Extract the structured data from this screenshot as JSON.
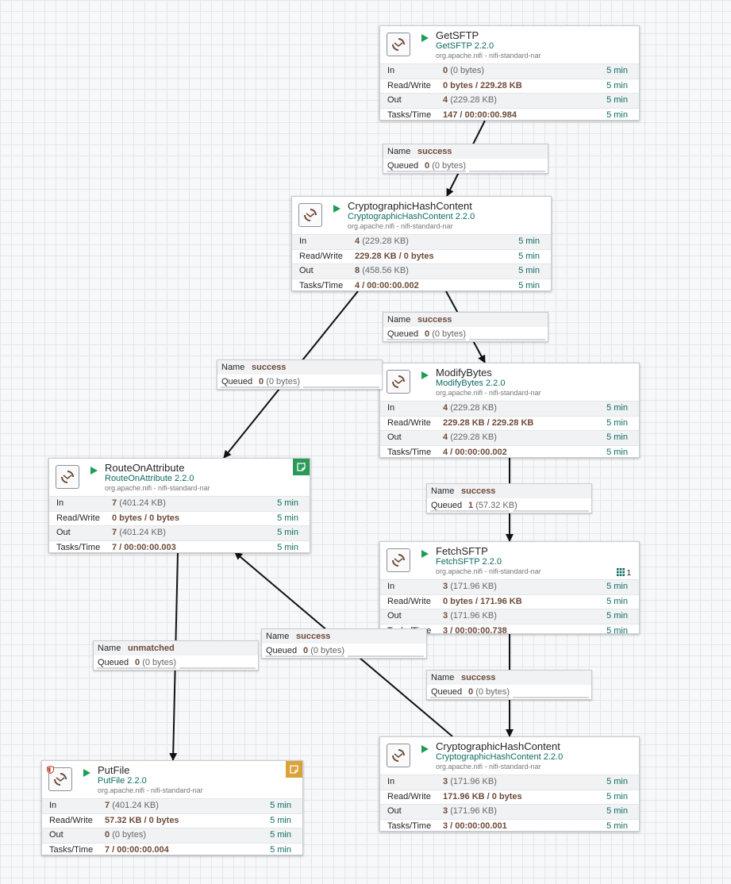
{
  "stat_labels": {
    "in": "In",
    "read_write": "Read/Write",
    "out": "Out",
    "tasks_time": "Tasks/Time"
  },
  "conn_labels": {
    "name": "Name",
    "queued": "Queued"
  },
  "processors": {
    "getsftp": {
      "name": "GetSFTP",
      "bundle": "GetSFTP 2.2.0",
      "nar": "org.apache.nifi - nifi-standard-nar",
      "in_count": "0",
      "in_size": "(0 bytes)",
      "in_time": "5 min",
      "rw": "0 bytes / 229.28 KB",
      "rw_time": "5 min",
      "out_count": "4",
      "out_size": "(229.28 KB)",
      "out_time": "5 min",
      "tasks": "147 / 00:00:00.984",
      "tasks_time": "5 min"
    },
    "chc1": {
      "name": "CryptographicHashContent",
      "bundle": "CryptographicHashContent 2.2.0",
      "nar": "org.apache.nifi - nifi-standard-nar",
      "in_count": "4",
      "in_size": "(229.28 KB)",
      "in_time": "5 min",
      "rw": "229.28 KB / 0 bytes",
      "rw_time": "5 min",
      "out_count": "8",
      "out_size": "(458.56 KB)",
      "out_time": "5 min",
      "tasks": "4 / 00:00:00.002",
      "tasks_time": "5 min"
    },
    "modifybytes": {
      "name": "ModifyBytes",
      "bundle": "ModifyBytes 2.2.0",
      "nar": "org.apache.nifi - nifi-standard-nar",
      "in_count": "4",
      "in_size": "(229.28 KB)",
      "in_time": "5 min",
      "rw": "229.28 KB / 229.28 KB",
      "rw_time": "5 min",
      "out_count": "4",
      "out_size": "(229.28 KB)",
      "out_time": "5 min",
      "tasks": "4 / 00:00:00.002",
      "tasks_time": "5 min"
    },
    "routeonattribute": {
      "name": "RouteOnAttribute",
      "bundle": "RouteOnAttribute 2.2.0",
      "nar": "org.apache.nifi - nifi-standard-nar",
      "in_count": "7",
      "in_size": "(401.24 KB)",
      "in_time": "5 min",
      "rw": "0 bytes / 0 bytes",
      "rw_time": "5 min",
      "out_count": "7",
      "out_size": "(401.24 KB)",
      "out_time": "5 min",
      "tasks": "7 / 00:00:00.003",
      "tasks_time": "5 min"
    },
    "fetchsftp": {
      "name": "FetchSFTP",
      "bundle": "FetchSFTP 2.2.0",
      "nar": "org.apache.nifi - nifi-standard-nar",
      "active_threads": "1",
      "in_count": "3",
      "in_size": "(171.96 KB)",
      "in_time": "5 min",
      "rw": "0 bytes / 171.96 KB",
      "rw_time": "5 min",
      "out_count": "3",
      "out_size": "(171.96 KB)",
      "out_time": "5 min",
      "tasks": "3 / 00:00:00.738",
      "tasks_time": "5 min"
    },
    "putfile": {
      "name": "PutFile",
      "bundle": "PutFile 2.2.0",
      "nar": "org.apache.nifi - nifi-standard-nar",
      "in_count": "7",
      "in_size": "(401.24 KB)",
      "in_time": "5 min",
      "rw": "57.32 KB / 0 bytes",
      "rw_time": "5 min",
      "out_count": "0",
      "out_size": "(0 bytes)",
      "out_time": "5 min",
      "tasks": "7 / 00:00:00.004",
      "tasks_time": "5 min"
    },
    "chc2": {
      "name": "CryptographicHashContent",
      "bundle": "CryptographicHashContent 2.2.0",
      "nar": "org.apache.nifi - nifi-standard-nar",
      "in_count": "3",
      "in_size": "(171.96 KB)",
      "in_time": "5 min",
      "rw": "171.96 KB / 0 bytes",
      "rw_time": "5 min",
      "out_count": "3",
      "out_size": "(171.96 KB)",
      "out_time": "5 min",
      "tasks": "3 / 00:00:00.001",
      "tasks_time": "5 min"
    }
  },
  "connections": {
    "c1": {
      "name": "success",
      "queued_count": "0",
      "queued_size": "(0 bytes)"
    },
    "c2": {
      "name": "success",
      "queued_count": "0",
      "queued_size": "(0 bytes)"
    },
    "c3": {
      "name": "success",
      "queued_count": "0",
      "queued_size": "(0 bytes)"
    },
    "c4": {
      "name": "success",
      "queued_count": "1",
      "queued_size": "(57.32 KB)"
    },
    "c5": {
      "name": "unmatched",
      "queued_count": "0",
      "queued_size": "(0 bytes)"
    },
    "c6": {
      "name": "success",
      "queued_count": "0",
      "queued_size": "(0 bytes)"
    },
    "c7": {
      "name": "success",
      "queued_count": "0",
      "queued_size": "(0 bytes)"
    }
  }
}
